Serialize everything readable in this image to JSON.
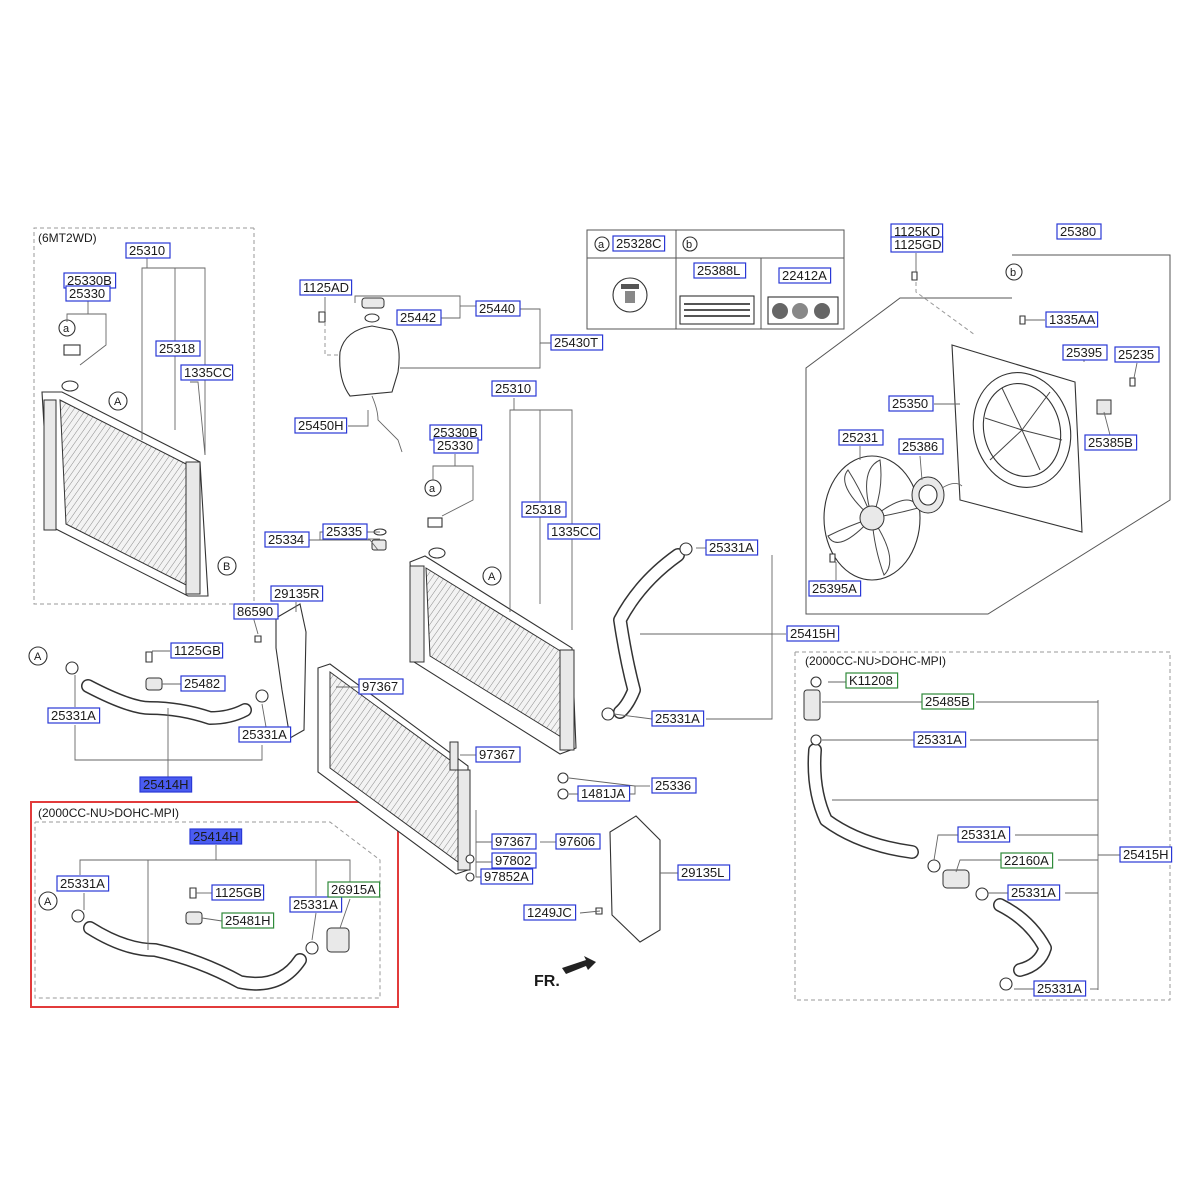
{
  "notes": {
    "mt": "(6MT2WD)",
    "dohc_left": "(2000CC-NU>DOHC-MPI)",
    "dohc_right": "(2000CC-NU>DOHC-MPI)"
  },
  "legend_keys": {
    "a": "a",
    "b": "b"
  },
  "callouts": {
    "A": "A",
    "B": "B",
    "a": "a",
    "b": "b"
  },
  "front_marker": "FR.",
  "highlight_color": "#ff0000",
  "label_colors": {
    "default": "#2a38d6",
    "green": "#2f8a3a",
    "selected_fill": "#4a5cf0"
  },
  "labels": [
    {
      "id": "l1",
      "text": "25310",
      "style": "blue"
    },
    {
      "id": "l2",
      "text": "25330B",
      "style": "blue"
    },
    {
      "id": "l3",
      "text": "25330",
      "style": "blue"
    },
    {
      "id": "l4",
      "text": "25318",
      "style": "blue"
    },
    {
      "id": "l5",
      "text": "1335CC",
      "style": "blue"
    },
    {
      "id": "l6",
      "text": "1125AD",
      "style": "blue"
    },
    {
      "id": "l7",
      "text": "25442",
      "style": "blue"
    },
    {
      "id": "l8",
      "text": "25440",
      "style": "blue"
    },
    {
      "id": "l9",
      "text": "25430T",
      "style": "blue"
    },
    {
      "id": "l10",
      "text": "25450H",
      "style": "blue"
    },
    {
      "id": "l11",
      "text": "25310",
      "style": "blue"
    },
    {
      "id": "l12",
      "text": "25330B",
      "style": "blue"
    },
    {
      "id": "l13",
      "text": "25330",
      "style": "blue"
    },
    {
      "id": "l14",
      "text": "25318",
      "style": "blue"
    },
    {
      "id": "l15",
      "text": "1335CC",
      "style": "blue"
    },
    {
      "id": "l16",
      "text": "25334",
      "style": "blue"
    },
    {
      "id": "l17",
      "text": "25335",
      "style": "blue"
    },
    {
      "id": "l18",
      "text": "25328C",
      "style": "blue"
    },
    {
      "id": "l19",
      "text": "25388L",
      "style": "blue"
    },
    {
      "id": "l20",
      "text": "22412A",
      "style": "blue"
    },
    {
      "id": "l21",
      "text": "1125KD",
      "style": "blue"
    },
    {
      "id": "l22",
      "text": "1125GD",
      "style": "blue"
    },
    {
      "id": "l23",
      "text": "25380",
      "style": "blue"
    },
    {
      "id": "l24",
      "text": "1335AA",
      "style": "blue"
    },
    {
      "id": "l25",
      "text": "25395",
      "style": "blue"
    },
    {
      "id": "l26",
      "text": "25235",
      "style": "blue"
    },
    {
      "id": "l27",
      "text": "25350",
      "style": "blue"
    },
    {
      "id": "l28",
      "text": "25231",
      "style": "blue"
    },
    {
      "id": "l29",
      "text": "25386",
      "style": "blue"
    },
    {
      "id": "l30",
      "text": "25385B",
      "style": "blue"
    },
    {
      "id": "l31",
      "text": "25395A",
      "style": "blue"
    },
    {
      "id": "l32",
      "text": "25331A",
      "style": "blue"
    },
    {
      "id": "l33",
      "text": "25415H",
      "style": "blue"
    },
    {
      "id": "l34",
      "text": "25331A",
      "style": "blue"
    },
    {
      "id": "l35",
      "text": "29135R",
      "style": "blue"
    },
    {
      "id": "l36",
      "text": "86590",
      "style": "blue"
    },
    {
      "id": "l37",
      "text": "1125GB",
      "style": "blue"
    },
    {
      "id": "l38",
      "text": "25482",
      "style": "blue"
    },
    {
      "id": "l39",
      "text": "25331A",
      "style": "blue"
    },
    {
      "id": "l40",
      "text": "25331A",
      "style": "blue"
    },
    {
      "id": "l41",
      "text": "25414H",
      "style": "selected"
    },
    {
      "id": "l42",
      "text": "97367",
      "style": "blue"
    },
    {
      "id": "l43",
      "text": "97367",
      "style": "blue"
    },
    {
      "id": "l44",
      "text": "1481JA",
      "style": "blue"
    },
    {
      "id": "l45",
      "text": "25336",
      "style": "blue"
    },
    {
      "id": "l46",
      "text": "25414H",
      "style": "selected"
    },
    {
      "id": "l47",
      "text": "25331A",
      "style": "blue"
    },
    {
      "id": "l48",
      "text": "1125GB",
      "style": "blue"
    },
    {
      "id": "l49",
      "text": "25481H",
      "style": "green"
    },
    {
      "id": "l50",
      "text": "25331A",
      "style": "blue"
    },
    {
      "id": "l51",
      "text": "26915A",
      "style": "green"
    },
    {
      "id": "l52",
      "text": "97367",
      "style": "blue"
    },
    {
      "id": "l53",
      "text": "97606",
      "style": "blue"
    },
    {
      "id": "l54",
      "text": "97802",
      "style": "blue"
    },
    {
      "id": "l55",
      "text": "97852A",
      "style": "blue"
    },
    {
      "id": "l56",
      "text": "29135L",
      "style": "blue"
    },
    {
      "id": "l57",
      "text": "1249JC",
      "style": "blue"
    },
    {
      "id": "l58",
      "text": "K11208",
      "style": "green"
    },
    {
      "id": "l59",
      "text": "25485B",
      "style": "green"
    },
    {
      "id": "l60",
      "text": "25331A",
      "style": "blue"
    },
    {
      "id": "l61",
      "text": "25331A",
      "style": "blue"
    },
    {
      "id": "l62",
      "text": "22160A",
      "style": "green"
    },
    {
      "id": "l63",
      "text": "25415H",
      "style": "blue"
    },
    {
      "id": "l64",
      "text": "25331A",
      "style": "blue"
    },
    {
      "id": "l65",
      "text": "25331A",
      "style": "blue"
    }
  ]
}
